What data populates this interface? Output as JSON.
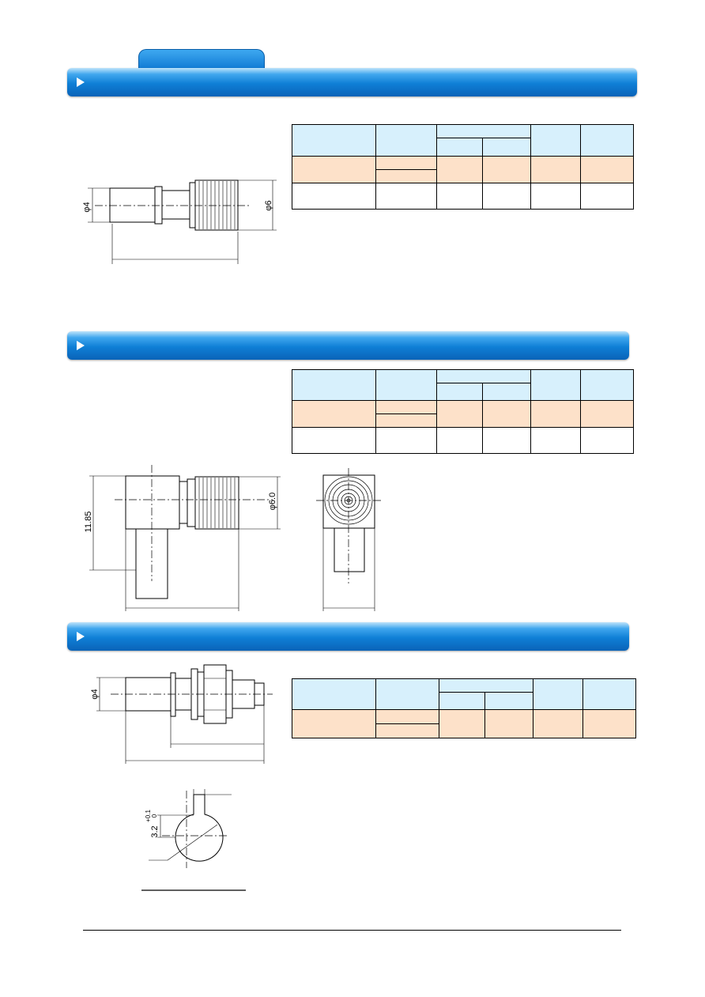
{
  "sections": [
    {
      "title": ""
    },
    {
      "title": ""
    },
    {
      "title": ""
    }
  ],
  "drawing_labels": {
    "phi4_a": "φ4",
    "phi6": "φ6",
    "dim_1185": "11.85",
    "phi60": "φ6.0",
    "phi4_b": "φ4",
    "tol_32": "3.2",
    "tol_plus": "+0.1",
    "tol_zero": "0"
  },
  "colors": {
    "header_fill": "#d7f0fc",
    "highlight_fill": "#fde1c9",
    "bar_blue": "#0f7fd6"
  }
}
